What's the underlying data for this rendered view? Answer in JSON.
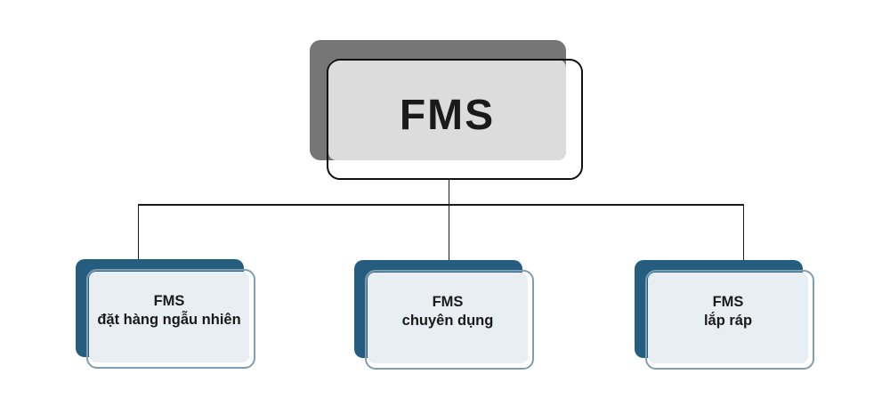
{
  "root": {
    "label": "FMS"
  },
  "children": [
    {
      "line1": "FMS",
      "line2": "đặt hàng ngẫu nhiên"
    },
    {
      "line1": "FMS",
      "line2": "chuyên dụng"
    },
    {
      "line1": "FMS",
      "line2": "lắp ráp"
    }
  ],
  "colors": {
    "background": "#ffffff",
    "root_shadow": "#767676",
    "root_fill": "#dcdcdc",
    "root_outline": "#101010",
    "child_shadow": "#255d7e",
    "child_fill": "#e9eef3",
    "child_outline": "#7f9db4",
    "connector": "#1b1b1b",
    "text": "#1a1a1a"
  }
}
